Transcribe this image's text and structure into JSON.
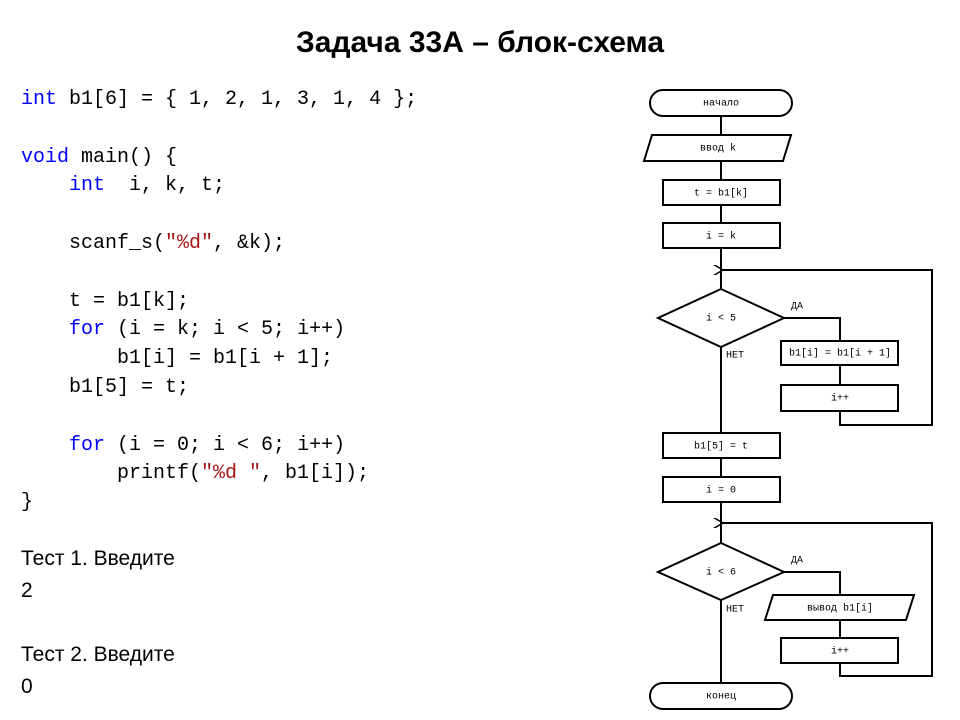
{
  "title": "Задача 33А – блок-схема",
  "code": {
    "lines": [
      "int b1[6] = { 1, 2, 1, 3, 1, 4 };",
      "",
      "void main() {",
      "    int  i, k, t;",
      "",
      "    scanf_s(\"%d\", &k);",
      "",
      "    t = b1[k];",
      "    for (i = k; i < 5; i++)",
      "        b1[i] = b1[i + 1];",
      "    b1[5] = t;",
      "",
      "    for (i = 0; i < 6; i++)",
      "        printf(\"%d \", b1[i]);",
      "}"
    ]
  },
  "tests": [
    "Тест 1. Введите",
    "2",
    "",
    "Тест 2. Введите",
    "0"
  ],
  "flowchart": {
    "start": "начало",
    "input": "ввод k",
    "assign_t": "t = b1[k]",
    "assign_i": "i = k",
    "cond1": "i < 5",
    "yes1": "ДА",
    "no1": "НЕТ",
    "loop1_body": "b1[i] = b1[i + 1]",
    "loop1_inc": "i++",
    "assign_b15": "b1[5] = t",
    "assign_i0": "i = 0",
    "cond2": "i < 6",
    "yes2": "ДА",
    "no2": "НЕТ",
    "output": "вывод b1[i]",
    "loop2_inc": "i++",
    "end": "конец"
  },
  "colors": {
    "keyword": "#0000ff",
    "string": "#a31515",
    "text": "#000000"
  }
}
